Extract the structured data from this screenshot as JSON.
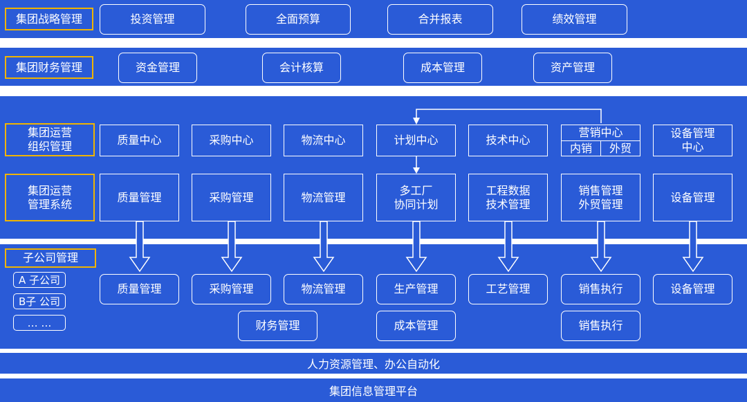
{
  "strategy": {
    "label": "集团战略管理",
    "items": [
      "投资管理",
      "全面预算",
      "合并报表",
      "绩效管理"
    ]
  },
  "finance": {
    "label": "集团财务管理",
    "items": [
      "资金管理",
      "会计核算",
      "成本管理",
      "资产管理"
    ]
  },
  "operations": {
    "org_label": "集团运营\n组织管理",
    "sys_label": "集团运营\n管理系统",
    "centers": [
      "质量中心",
      "采购中心",
      "物流中心",
      "计划中心",
      "技术中心",
      "营销中心",
      "设备管理\n中心"
    ],
    "marketing_split": [
      "内销",
      "外贸"
    ],
    "systems": [
      "质量管理",
      "采购管理",
      "物流管理",
      "多工厂\n协同计划",
      "工程数据\n技术管理",
      "销售管理\n外贸管理",
      "设备管理"
    ]
  },
  "subsidiary": {
    "label": "子公司管理",
    "companies": [
      "A 子公司",
      "B子 公司",
      "… …"
    ],
    "row1": [
      "质量管理",
      "采购管理",
      "物流管理",
      "生产管理",
      "工艺管理",
      "销售执行",
      "设备管理"
    ],
    "row2": [
      "财务管理",
      "成本管理",
      "销售执行"
    ]
  },
  "bars": {
    "hr": "人力资源管理、办公自动化",
    "platform": "集团信息管理平台"
  },
  "colors": {
    "band": "#2a5bd7",
    "label_border": "#f0b400",
    "line": "#ffffff"
  }
}
